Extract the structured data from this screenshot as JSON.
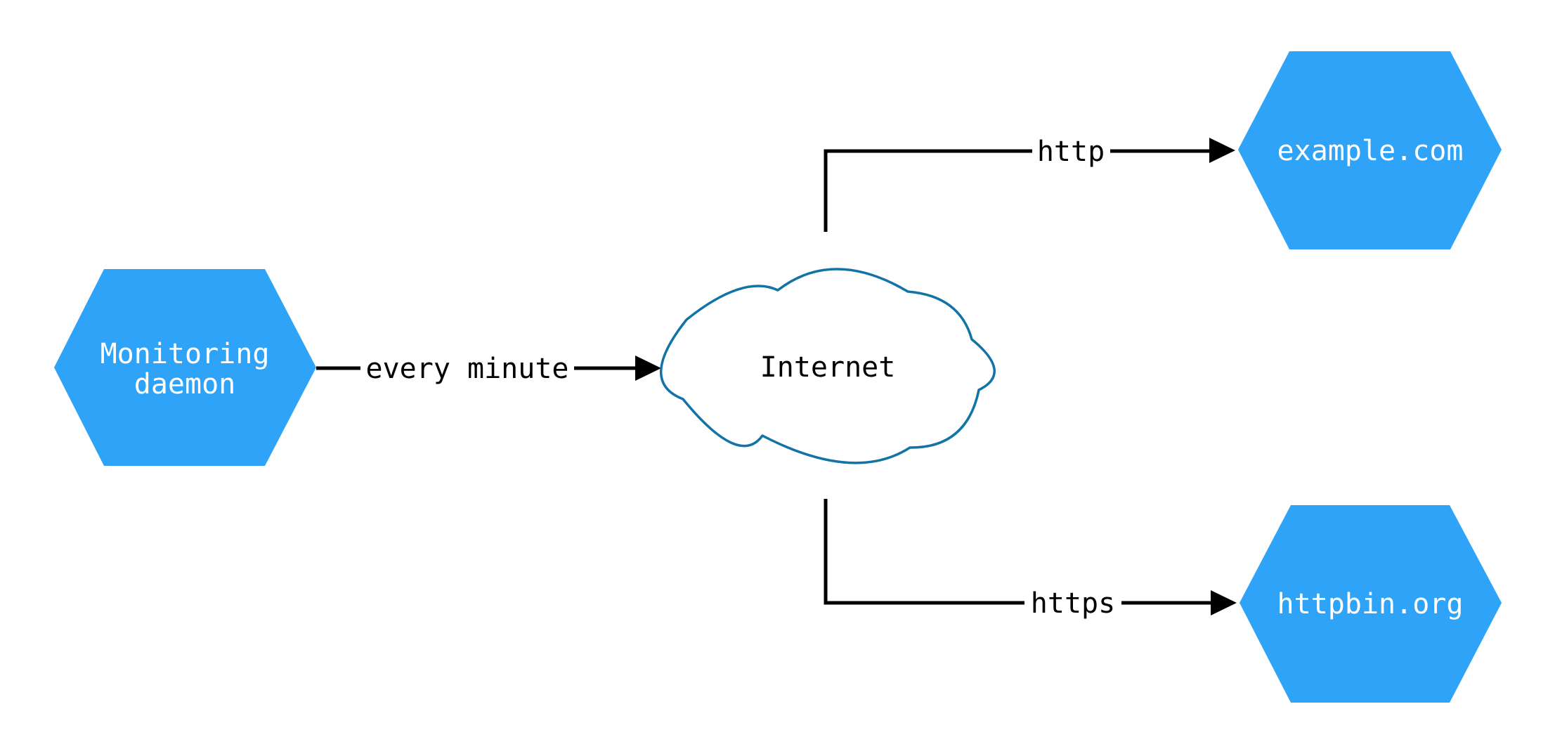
{
  "diagram": {
    "nodes": {
      "monitoring": {
        "label_line1": "Monitoring",
        "label_line2": "daemon"
      },
      "internet": {
        "label": "Internet"
      },
      "example": {
        "label": "example.com"
      },
      "httpbin": {
        "label": "httpbin.org"
      }
    },
    "edges": {
      "daemon_internet": {
        "label": "every minute"
      },
      "internet_example": {
        "label": "http"
      },
      "internet_httpbin": {
        "label": "https"
      }
    },
    "colors": {
      "node_fill": "#2ea3f7",
      "node_text": "#ffffff",
      "cloud_stroke": "#1273a7",
      "edge_color": "#000000",
      "background": "#ffffff"
    }
  }
}
